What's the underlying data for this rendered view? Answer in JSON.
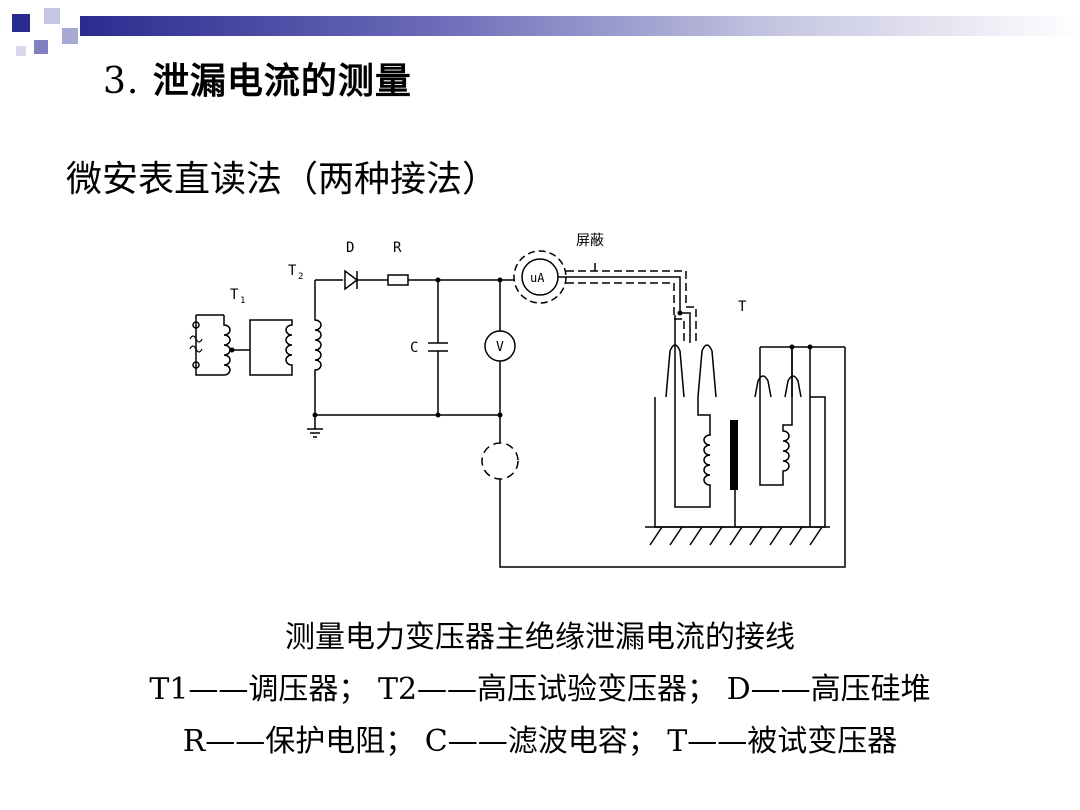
{
  "slide": {
    "title_number": "3.",
    "title_text": "泄漏电流的测量",
    "subtitle": "微安表直读法（两种接法）"
  },
  "diagram": {
    "labels": {
      "T1": "T",
      "T1_sub": "1",
      "T2": "T",
      "T2_sub": "2",
      "D": "D",
      "R": "R",
      "C": "C",
      "V": "V",
      "uA": "uA",
      "shield": "屏蔽",
      "T": "T"
    }
  },
  "captions": {
    "line1": "测量电力变压器主绝缘泄漏电流的接线",
    "line2": "T1——调压器； T2——高压试验变压器； D——高压硅堆",
    "line3": "R——保护电阻； C——滤波电容； T——被试变压器"
  }
}
